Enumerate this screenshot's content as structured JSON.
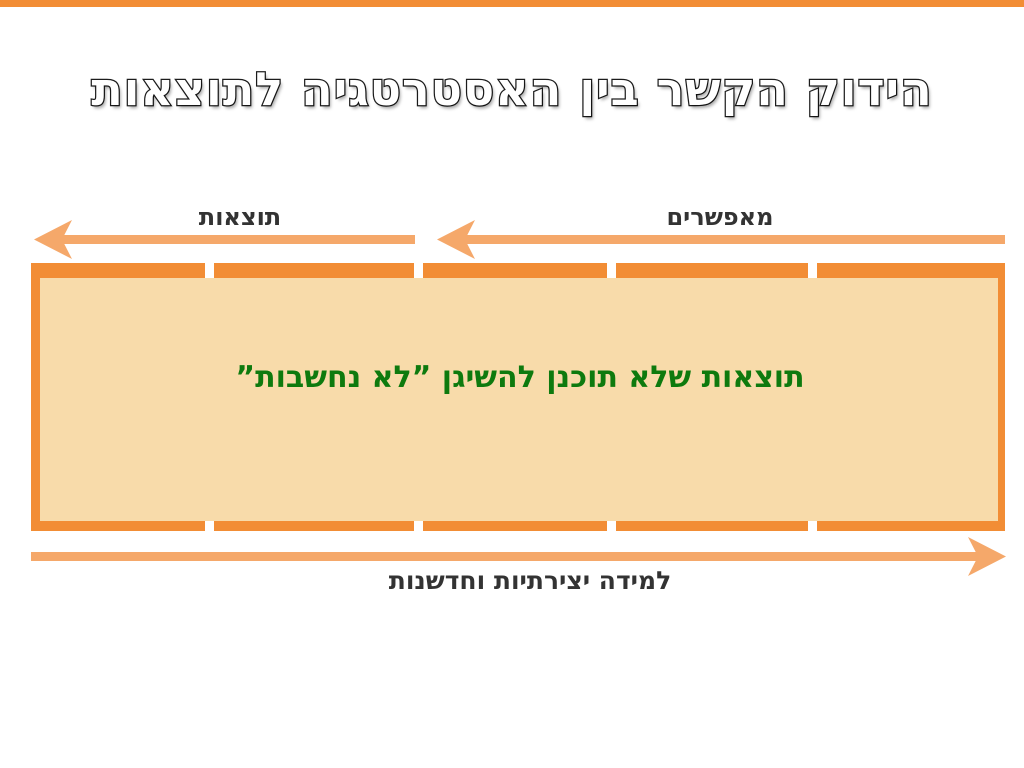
{
  "slide": {
    "title": "הידוק הקשר בין האסטרטגיה לתוצאות",
    "arrow_left_label": "תוצאות",
    "arrow_right_label": "מאפשרים",
    "box_text": "תוצאות שלא תוכנן להשיגן ”לא נחשבות”",
    "bottom_arrow_label": "למידה יצירתיות וחדשנות"
  },
  "colors": {
    "accent_orange": "#F28D35",
    "arrow_orange": "#F5A86A",
    "box_fill": "#F8DBAA",
    "box_text_green": "#0E7A0E",
    "label_dark": "#333333"
  }
}
